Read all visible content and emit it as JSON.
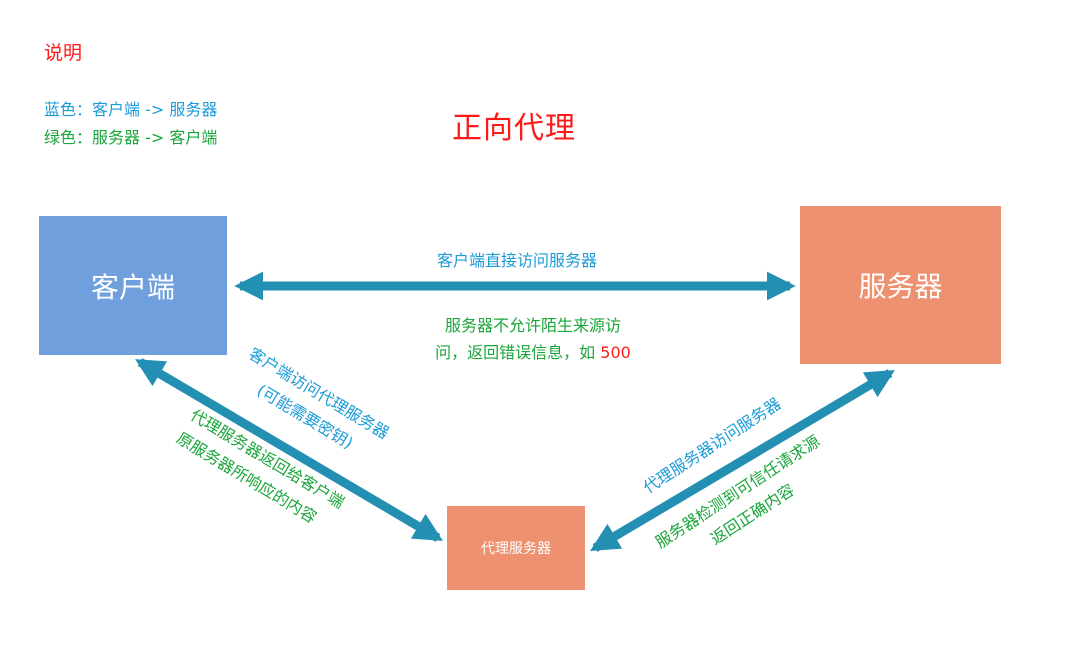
{
  "legend": {
    "title": "说明",
    "blue_line": "蓝色：客户端 -> 服务器",
    "green_line": "绿色：服务器 -> 客户端"
  },
  "title": "正向代理",
  "nodes": {
    "client": "客户端",
    "server": "服务器",
    "proxy": "代理服务器"
  },
  "edges": {
    "direct": {
      "request": "客户端直接访问服务器",
      "response_line1": "服务器不允许陌生来源访",
      "response_line2": "问，返回错误信息，如",
      "error_code": "500"
    },
    "client_proxy": {
      "request_line1": "客户端访问代理服务器",
      "request_line2": "(可能需要密钥)",
      "response_line1": "代理服务器返回给客户端",
      "response_line2": "原服务器所响应的内容"
    },
    "proxy_server": {
      "request": "代理服务器访问服务器",
      "response_line1": "服务器检测到可信任请求源",
      "response_line2": "返回正确内容"
    }
  },
  "colors": {
    "request": "#1b9bd7",
    "response": "#1aa53a",
    "highlight": "#ff1a1a",
    "arrow": "#2390b3",
    "client_box": "#6f9fdc",
    "server_box": "#ee9170"
  }
}
